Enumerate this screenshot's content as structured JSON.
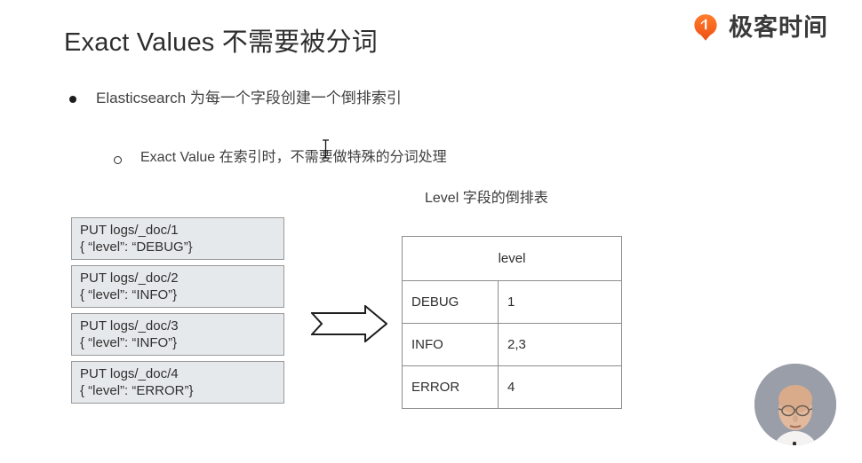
{
  "slide": {
    "title": "Exact Values 不需要被分词"
  },
  "brand": {
    "name": "极客时间",
    "mark_icon": "geektime-logo-icon",
    "accent_color": "#f4601f"
  },
  "bullets": [
    {
      "marker": "disc",
      "text": "Elasticsearch 为每一个字段创建一个倒排索引"
    },
    {
      "marker": "circle",
      "text": "Exact Value 在索引时，不需要做特殊的分词处理"
    }
  ],
  "code_boxes": [
    {
      "line1": "PUT logs/_doc/1",
      "line2": "{ “level”: “DEBUG”}"
    },
    {
      "line1": "PUT logs/_doc/2",
      "line2": "{ “level”: “INFO”}"
    },
    {
      "line1": "PUT logs/_doc/3",
      "line2": "{ “level”: “INFO”}"
    },
    {
      "line1": "PUT logs/_doc/4",
      "line2": "{ “level”: “ERROR”}"
    }
  ],
  "arrow": {
    "icon": "right-block-arrow-icon",
    "direction": "right"
  },
  "table": {
    "caption": "Level 字段的倒排表",
    "header": "level",
    "rows": [
      {
        "term": "DEBUG",
        "postings": "1"
      },
      {
        "term": "INFO",
        "postings": "2,3"
      },
      {
        "term": "ERROR",
        "postings": "4"
      }
    ]
  },
  "presenter": {
    "avatar_icon": "presenter-video-avatar"
  },
  "cursor": {
    "icon": "text-ibeam-cursor"
  }
}
